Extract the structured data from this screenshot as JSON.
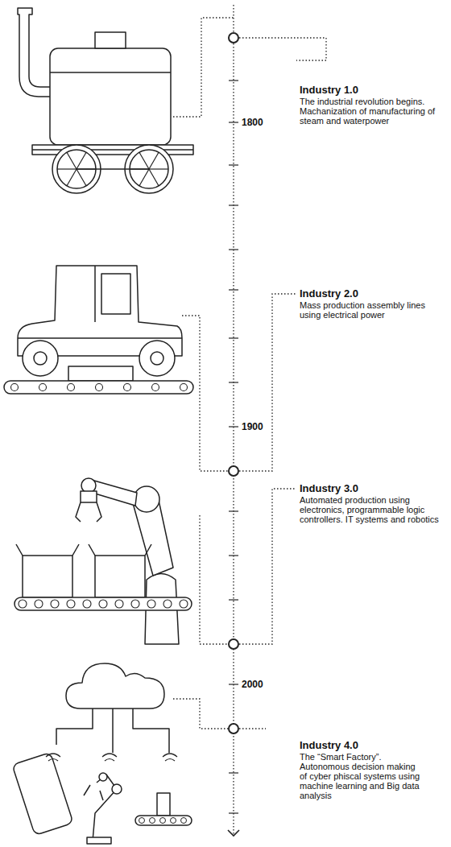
{
  "diagram": {
    "labels": [
      "Industry 1.0",
      "The industrial revolution begins. Machanization of manufacturing of steam and waterpower",
      "1800",
      "Industry 2.0",
      "Mass production assembly lines using electrical power",
      "1900",
      "Industry 3.0",
      "Automated production using electronics, programmable logic controllers. IT systems and robotics",
      "2000",
      "Industry 4.0",
      "The “Smart Factory”. Autonomous decision making of cyber phiscal systems using machine learning and Big data analysis"
    ]
  }
}
